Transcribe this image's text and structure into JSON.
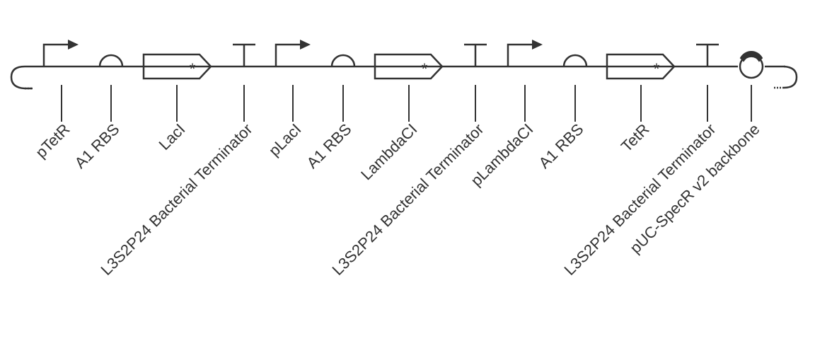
{
  "diagram": {
    "type": "sbol-genetic-circuit",
    "parts": [
      {
        "id": "p1",
        "type": "promoter",
        "label": "pTetR"
      },
      {
        "id": "r1",
        "type": "rbs",
        "label": "A1 RBS"
      },
      {
        "id": "c1",
        "type": "cds",
        "label": "LacI"
      },
      {
        "id": "t1",
        "type": "terminator",
        "label": "L3S2P24 Bacterial Terminator"
      },
      {
        "id": "p2",
        "type": "promoter",
        "label": "pLacI"
      },
      {
        "id": "r2",
        "type": "rbs",
        "label": "A1 RBS"
      },
      {
        "id": "c2",
        "type": "cds",
        "label": "LambdaCI"
      },
      {
        "id": "t2",
        "type": "terminator",
        "label": "L3S2P24 Bacterial Terminator"
      },
      {
        "id": "p3",
        "type": "promoter",
        "label": "pLambdaCI"
      },
      {
        "id": "r3",
        "type": "rbs",
        "label": "A1 RBS"
      },
      {
        "id": "c3",
        "type": "cds",
        "label": "TetR"
      },
      {
        "id": "t3",
        "type": "terminator",
        "label": "L3S2P24 Bacterial Terminator"
      },
      {
        "id": "o1",
        "type": "origin",
        "label": "pUC-SpecR v2 backbone"
      }
    ],
    "cds_marker": "*"
  }
}
